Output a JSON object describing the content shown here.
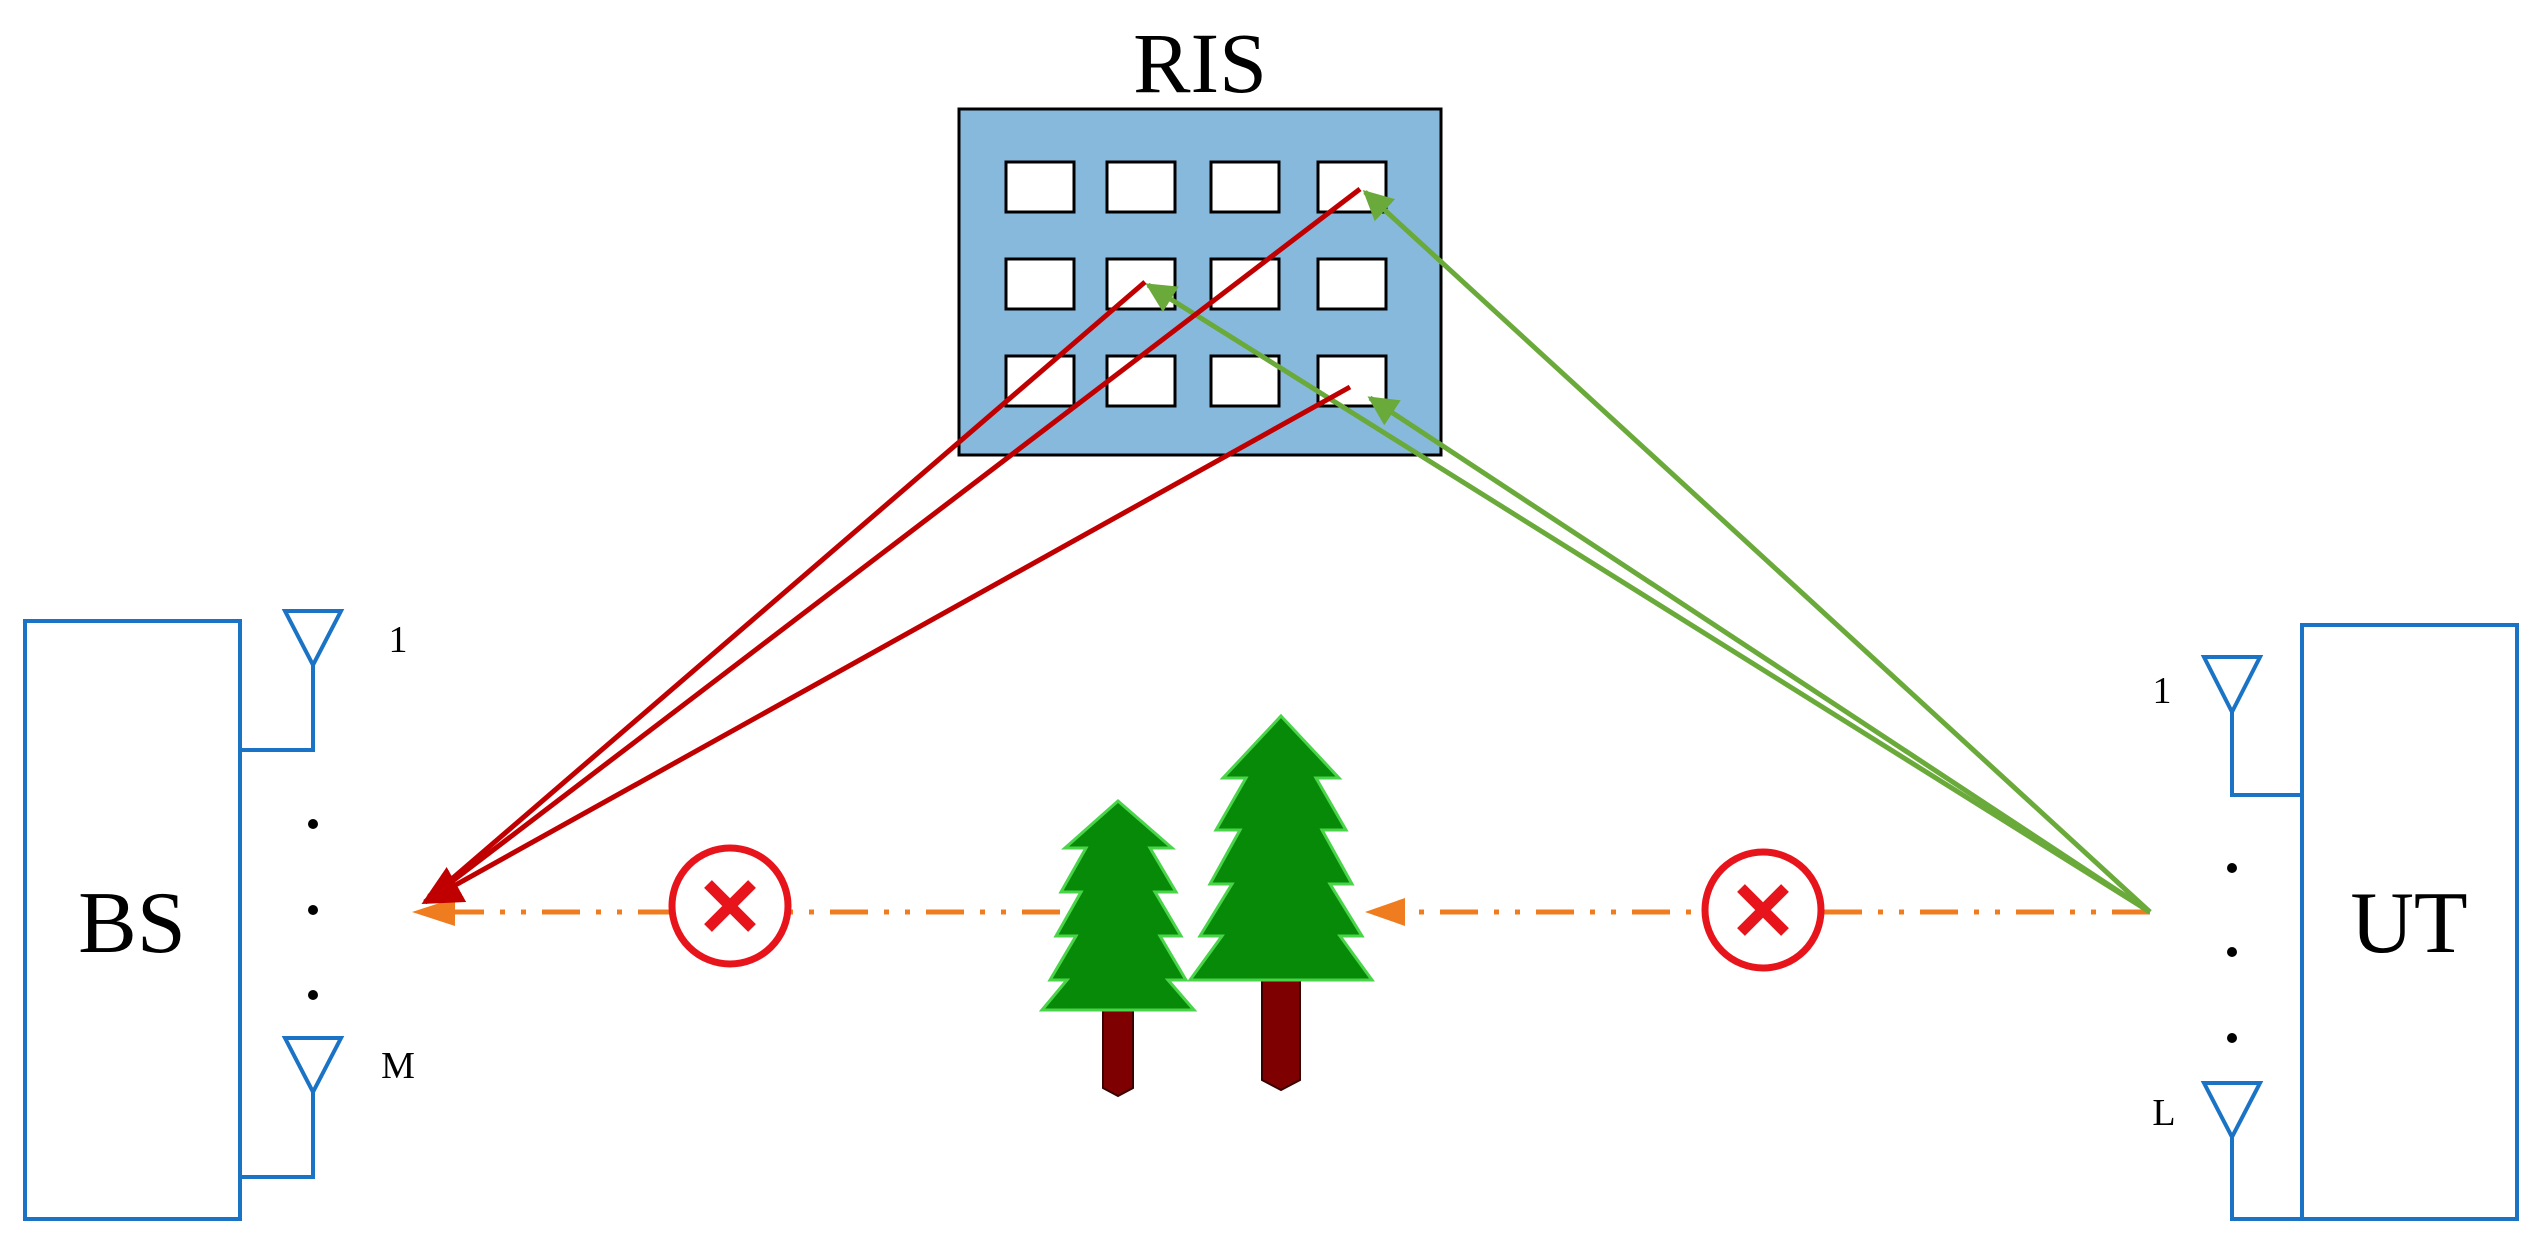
{
  "labels": {
    "ris": "RIS",
    "bs": "BS",
    "ut": "UT",
    "bs_antenna_first": "1",
    "bs_antenna_last": "M",
    "ut_antenna_first": "1",
    "ut_antenna_last": "L"
  },
  "colors": {
    "box_stroke": "#1a73c4",
    "antenna": "#1a73c4",
    "ris_fill": "#87b9dd",
    "ris_element_fill": "#ffffff",
    "ris_to_bs_path": "#c00000",
    "ut_to_ris_path": "#6aaa3a",
    "blocked_direct_link": "#ef7d1f",
    "block_marker": "#e8141c",
    "tree_foliage": "#078a07",
    "tree_foliage_edge": "#4ad44a",
    "tree_trunk": "#7f0000"
  },
  "icons": {
    "block_marker": "red-x-circle-icon",
    "obstacle": "tree-icon"
  }
}
